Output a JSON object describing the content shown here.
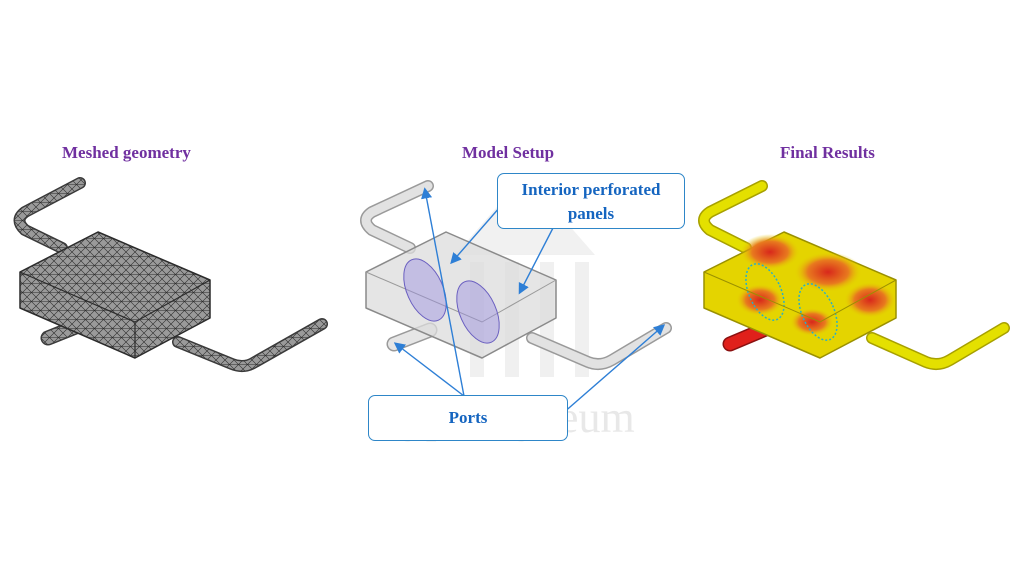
{
  "titles": {
    "meshed": "Meshed geometry",
    "setup": "Model Setup",
    "results": "Final Results"
  },
  "callouts": {
    "panels_line1": "Interior perforated",
    "panels_line2": "panels",
    "ports": "Ports"
  },
  "watermark": "Hyper Lyceum",
  "colors": {
    "title": "#7030a0",
    "callout_text": "#1565c0",
    "callout_border": "#2e86c8",
    "arrow": "#2e7fd6",
    "mesh_body": "#8a8a8a",
    "setup_body": "#d6d6d6",
    "panel": "#9a8fe0",
    "result_pipe": "#e4e000",
    "result_hot": "#e0201b"
  }
}
